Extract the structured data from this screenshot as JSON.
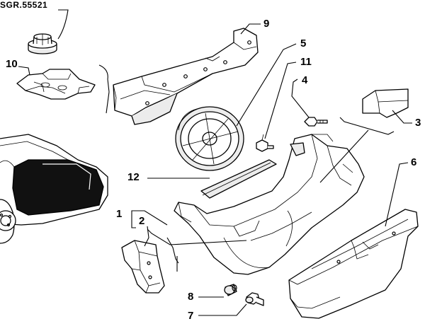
{
  "diagram": {
    "reference_code": "SGR.55521",
    "callouts": {
      "c1": "1",
      "c2": "2",
      "c3": "3",
      "c4": "4",
      "c5": "5",
      "c6": "6",
      "c7": "7",
      "c8": "8",
      "c9": "9",
      "c10": "10",
      "c11": "11",
      "c12": "12"
    },
    "parts": [
      "plastic-plug",
      "boot-bracket",
      "crossmember",
      "spare-wheel",
      "bolt",
      "screw",
      "corner-trim",
      "luggage-compartment-floor",
      "side-bracket",
      "rubber-bumper",
      "threaded-stud",
      "weatherstrip-seal",
      "rear-panel-trim",
      "car-rear-outline"
    ]
  }
}
